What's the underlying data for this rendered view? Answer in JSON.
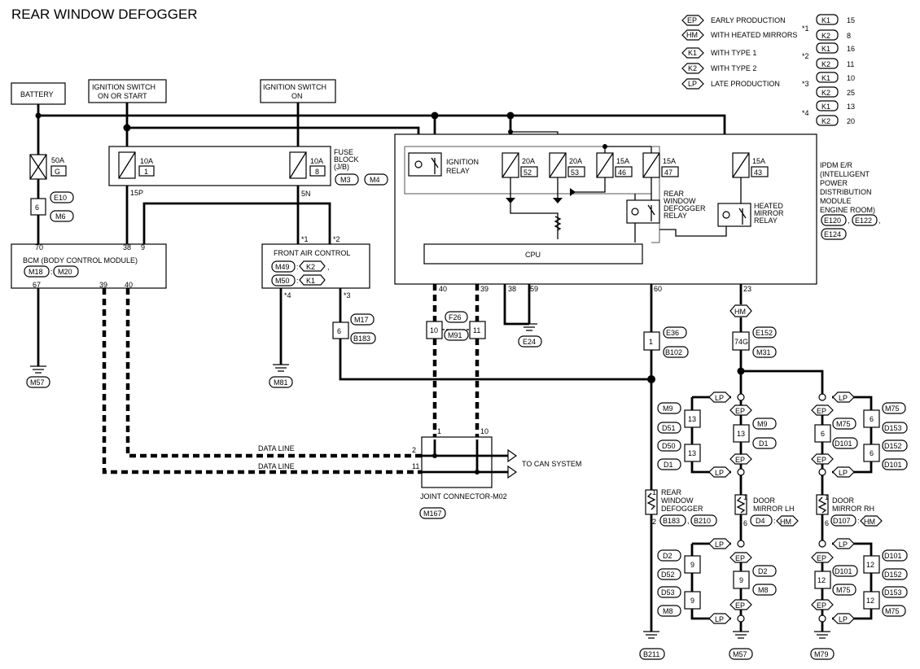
{
  "title": "REAR WINDOW DEFOGGER",
  "legend": [
    {
      "code": "EP",
      "text": "EARLY PRODUCTION"
    },
    {
      "code": "HM",
      "text": "WITH HEATED MIRRORS"
    },
    {
      "code": "K1",
      "text": "WITH TYPE 1"
    },
    {
      "code": "K2",
      "text": "WITH TYPE 2"
    },
    {
      "code": "LP",
      "text": "LATE PRODUCTION"
    }
  ],
  "notes": [
    {
      "mark": "*1",
      "k1": "15",
      "k2": "8"
    },
    {
      "mark": "*2",
      "k1": "16",
      "k2": "11"
    },
    {
      "mark": "*3",
      "k1": "10",
      "k2": "25"
    },
    {
      "mark": "*4",
      "k1": "13",
      "k2": "20"
    }
  ],
  "boxes": {
    "battery": "BATTERY",
    "ign_start_1": "IGNITION SWITCH",
    "ign_start_2": "ON OR START",
    "ign_on_1": "IGNITION SWITCH",
    "ign_on_2": "ON"
  },
  "fuse_block": {
    "label1": "FUSE",
    "label2": "BLOCK",
    "label3": "(J/B)",
    "conn1": "M3",
    "conn2": "M4",
    "f1_amp": "10A",
    "f1_no": "1",
    "f2_amp": "10A",
    "f2_no": "8",
    "pin1": "15P",
    "pin2": "5N"
  },
  "fusible": {
    "amp": "50A",
    "code": "G",
    "pin": "6",
    "conn1": "E10",
    "conn2": "M6"
  },
  "bcm": {
    "label": "BCM (BODY CONTROL MODULE)",
    "conn1": "M18",
    "conn2": "M20",
    "pin70": "70",
    "pin38": "38",
    "pin9": "9",
    "pin67": "67",
    "pin39": "39",
    "pin40": "40",
    "ground": "M57"
  },
  "fac": {
    "label": "FRONT AIR CONTROL",
    "conn1": "M49",
    "opt1": "K2",
    "conn2": "M50",
    "opt2": "K1",
    "s1": "*1",
    "s2": "*2",
    "s3": "*3",
    "s4": "*4",
    "ground": "M81",
    "pin": "6",
    "c1": "M17",
    "c2": "B183"
  },
  "ipdm": {
    "l1": "IPDM E/R",
    "l2": "(INTELLIGENT",
    "l3": "POWER",
    "l4": "DISTRIBUTION",
    "l5": "MODULE",
    "l6": "ENGINE ROOM)",
    "conn1": "E120",
    "conn2": "E122",
    "conn3": "E124",
    "ign_relay1": "IGNITION",
    "ign_relay2": "RELAY",
    "f20a_1": "20A",
    "f20a_1n": "52",
    "f20a_2": "20A",
    "f20a_2n": "53",
    "f15a_1": "15A",
    "f15a_1n": "46",
    "f15a_2": "15A",
    "f15a_2n": "47",
    "f15a_3": "15A",
    "f15a_3n": "43",
    "rwd1": "REAR",
    "rwd2": "WINDOW",
    "rwd3": "DEFOGGER",
    "rwd4": "RELAY",
    "hm1": "HEATED",
    "hm2": "MIRROR",
    "hm3": "RELAY",
    "cpu": "CPU",
    "p40": "40",
    "p39": "39",
    "p38": "38",
    "p59": "59",
    "p60": "60",
    "p23": "23"
  },
  "can": {
    "c1": "F26",
    "c2": "M91",
    "pin10": "10",
    "pin11": "11",
    "gnd": "E24",
    "dl1": "DATA LINE",
    "dl2": "DATA LINE",
    "to": "TO CAN SYSTEM",
    "jc": "JOINT CONNECTOR-M02",
    "jcc": "M167",
    "jp1": "1",
    "jp10": "10",
    "jp2": "2",
    "jp11": "11"
  },
  "defog": {
    "pin": "1",
    "c1": "E36",
    "c2": "B102",
    "p1": "1",
    "p2": "2",
    "l1": "REAR",
    "l2": "WINDOW",
    "l3": "DEFOGGER",
    "lc1": "B183",
    "lc2": "B210",
    "ground": "B211"
  },
  "hm_mark": "HM",
  "hm_conn": {
    "pin": "74G",
    "c1": "E152",
    "c2": "M31"
  },
  "mirror_lh": {
    "l1": "DOOR",
    "l2": "MIRROR LH",
    "c": "D4",
    "hm": "HM",
    "p1": "1",
    "p6": "6",
    "ground": "M57",
    "lp_pin": "13",
    "lp_pin2": "13",
    "ep_pin": "13",
    "lp_c1": "M9",
    "lp_c2": "D51",
    "lp_c3": "D50",
    "lp_c4": "D1",
    "ep_c1": "M9",
    "ep_c2": "D1",
    "lp2_pin": "9",
    "lp2_pin2": "9",
    "ep2_pin": "9",
    "lp2_c1": "D2",
    "lp2_c2": "D52",
    "lp2_c3": "D53",
    "lp2_c4": "M8",
    "ep2_c1": "D2",
    "ep2_c2": "M8"
  },
  "mirror_rh": {
    "l1": "DOOR",
    "l2": "MIRROR RH",
    "c": "D107",
    "hm": "HM",
    "p1": "1",
    "p6": "6",
    "ground": "M79",
    "ep_pin": "6",
    "lp_pin": "6",
    "lp_pin2": "6",
    "ep_c": "M75",
    "ep_c2": "D101",
    "lp_c1": "M75",
    "lp_c2": "D153",
    "lp_c3": "D152",
    "lp_c4": "D101",
    "ep2_pin": "12",
    "lp2_pin": "12",
    "lp2_pin2": "12",
    "ep2_c1": "D101",
    "ep2_c2": "M75",
    "lp2_c1": "D101",
    "lp2_c2": "D152",
    "lp2_c3": "D153",
    "lp2_c4": "M75"
  },
  "tags": {
    "ep": "EP",
    "lp": "LP"
  }
}
